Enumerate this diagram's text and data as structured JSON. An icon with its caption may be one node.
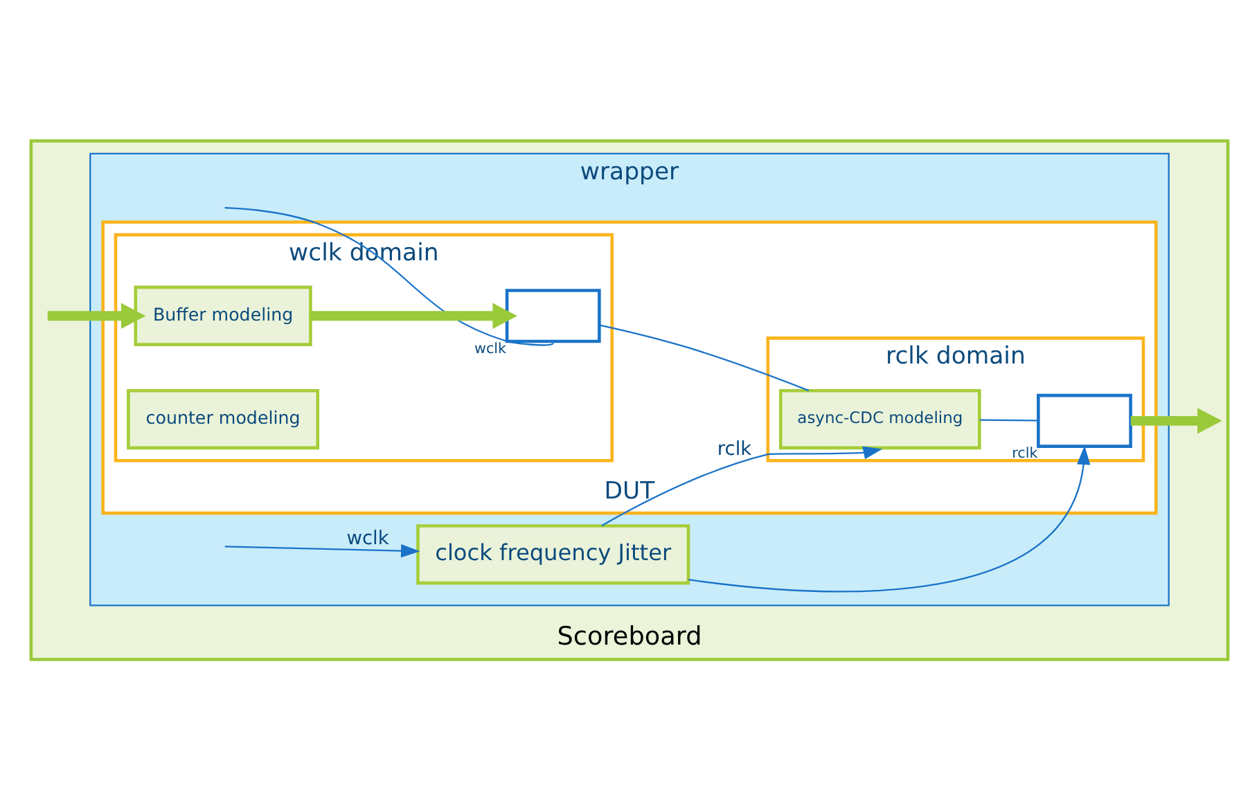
{
  "diagram": {
    "nodes": [
      {
        "text": [
          "Scoreboard"
        ]
      },
      {
        "text": [
          "wrapper"
        ],
        "in": 0
      },
      {
        "text": [
          "DUT"
        ],
        "in": 1
      },
      {
        "text": [
          "wclk domain"
        ],
        "in": 2
      },
      {
        "text": [
          "rclk domain"
        ],
        "in": 2
      },
      {
        "text": [
          "Buffer modeling"
        ],
        "in": 3
      },
      {
        "text": [
          "counter modeling"
        ],
        "in": 3
      },
      {
        "text": [],
        "shape": "box",
        "beside": [
          "wclk"
        ],
        "in": 3
      },
      {
        "text": [
          "async-CDC modeling"
        ],
        "in": 4
      },
      {
        "text": [],
        "shape": "box",
        "beside": [
          "rclk"
        ],
        "in": 4
      },
      {
        "text": [
          "clock frequency Jitter"
        ],
        "in": 1
      }
    ],
    "edges": [
      {
        "from": null,
        "to": 5,
        "arrow": "to",
        "style": "thick",
        "color": "#9ac93a"
      },
      {
        "from": 5,
        "to": 7,
        "arrow": "to",
        "style": "thick",
        "color": "#9ac93a"
      },
      {
        "from": 7,
        "to": 8,
        "arrow": "none"
      },
      {
        "from": 8,
        "to": 9,
        "arrow": "none"
      },
      {
        "from": 9,
        "to": null,
        "arrow": "to",
        "style": "thick",
        "color": "#9ac93a"
      },
      {
        "from": null,
        "to": 7,
        "arrow": "none"
      },
      {
        "from": null,
        "to": 10,
        "arrow": "to",
        "label": "wclk"
      },
      {
        "from": 10,
        "to": 8,
        "arrow": "to",
        "label": "rclk"
      },
      {
        "from": 10,
        "to": 9,
        "arrow": "to"
      }
    ]
  }
}
